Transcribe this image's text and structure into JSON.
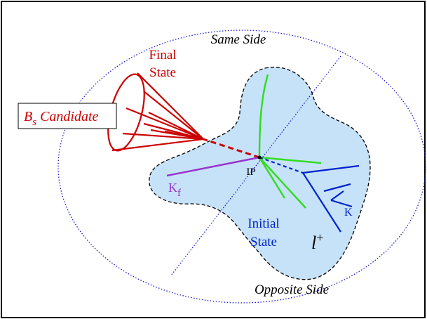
{
  "labels": {
    "same_side": "Same Side",
    "opposite_side": "Opposite Side",
    "final_state_line1": "Final",
    "final_state_line2": "State",
    "candidate_main": "B",
    "candidate_sub": "s",
    "candidate_rest": " Candidate",
    "ip": "IP",
    "kf_main": "K",
    "kf_sub": "f",
    "initial_state_line1": "Initial",
    "initial_state_line2": "State",
    "k": "K",
    "lepton_main": "l",
    "lepton_sup": "+"
  },
  "colors": {
    "final_state": "#cc0000",
    "tracks_green": "#33dd22",
    "tracks_blue": "#0022cc",
    "kf_purple": "#9933cc",
    "region_fill": "#c6e2f8",
    "boundary_dotted": "#1a1acc"
  }
}
